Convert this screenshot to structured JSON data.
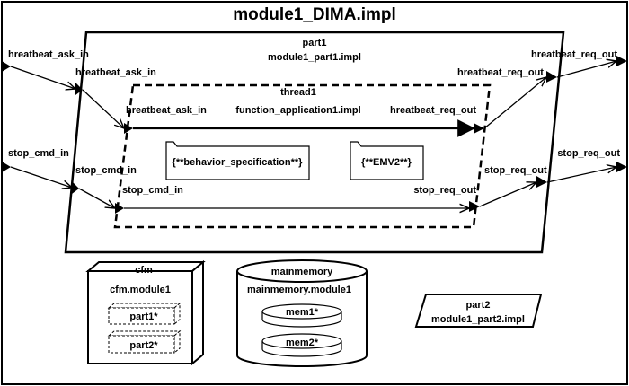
{
  "system": {
    "name": "module1_DIMA.impl"
  },
  "process": {
    "name": "part1",
    "impl": "module1_part1.impl",
    "ports": {
      "in1": "hreatbeat_ask_in",
      "in2": "stop_cmd_in",
      "out1": "hreatbeat_req_out",
      "out2": "stop_req_out"
    }
  },
  "system_ports": {
    "in1": "hreatbeat_ask_in",
    "in2": "stop_cmd_in",
    "out1": "hreatbeat_req_out",
    "out2": "stop_req_out"
  },
  "thread": {
    "name": "thread1",
    "impl": "function_application1.impl",
    "ports": {
      "in1": "hreatbeat_ask_in",
      "in2": "stop_cmd_in",
      "out1": "hreatbeat_req_out",
      "out2": "stop_req_out"
    },
    "annexes": [
      "{**behavior_specification**}",
      "{**EMV2**}"
    ]
  },
  "processor": {
    "name": "cfm",
    "impl": "cfm.module1",
    "parts": [
      "part1*",
      "part2*"
    ]
  },
  "memory": {
    "name": "mainmemory",
    "impl": "mainmemory.module1",
    "parts": [
      "mem1*",
      "mem2*"
    ]
  },
  "process2": {
    "name": "part2",
    "impl": "module1_part2.impl"
  }
}
